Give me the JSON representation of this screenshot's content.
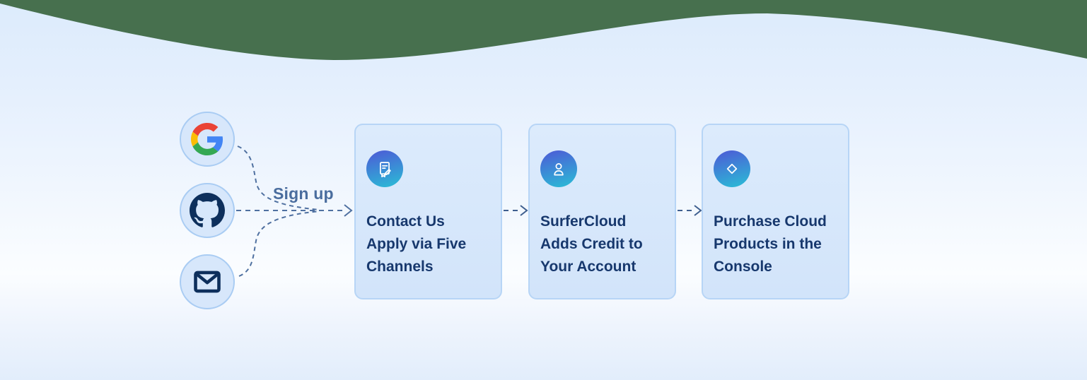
{
  "signup_label": "Sign up",
  "providers": [
    {
      "name": "google",
      "icon": "google-icon"
    },
    {
      "name": "github",
      "icon": "github-icon"
    },
    {
      "name": "email",
      "icon": "mail-icon"
    }
  ],
  "cards": [
    {
      "icon": "document-edit-icon",
      "lines": [
        "Contact Us",
        "Apply via Five",
        "Channels"
      ]
    },
    {
      "icon": "user-icon",
      "lines": [
        "SurferCloud",
        "Adds Credit to",
        "Your Account"
      ]
    },
    {
      "icon": "diamond-icon",
      "lines": [
        "Purchase Cloud",
        "Products in the",
        "Console"
      ]
    }
  ],
  "colors": {
    "wave_green": "#47704e",
    "background_top": "#dcebfc",
    "background_middle": "#fbfdff",
    "background_bottom": "#e2edfb",
    "card_background": "#d8e7fb",
    "card_border": "#b7d5f6",
    "card_title_navy": "#17386d",
    "provider_circle_fill": "#d7e7fb",
    "provider_circle_border": "#a9ccf3",
    "provider_glyph_navy": "#0d2f5c",
    "connector_slate": "#4f70a0",
    "gap_arrow_navy": "#3e5e8e",
    "signup_label_color": "#4a6d9e",
    "card_icon_gradient_start": "#4a63d6",
    "card_icon_gradient_end": "#2db4d6",
    "google_red": "#EA4335",
    "google_blue": "#4285F4",
    "google_yellow": "#FBBC05",
    "google_green": "#34A853"
  }
}
